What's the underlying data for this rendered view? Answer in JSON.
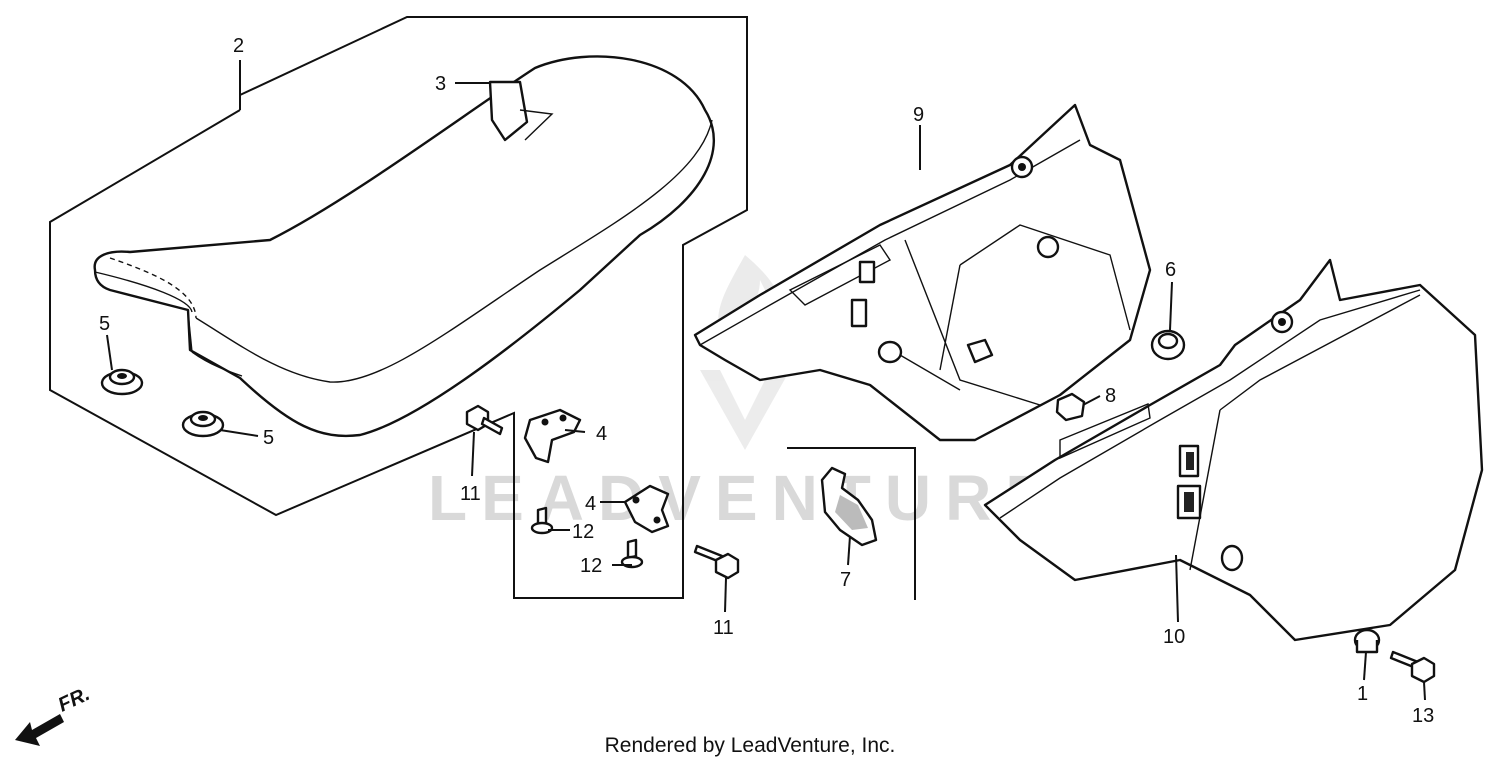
{
  "watermark": "LEADVENTURE",
  "footer": "Rendered by LeadVenture, Inc.",
  "direction_label": "FR.",
  "callouts": {
    "c1": "1",
    "c2": "2",
    "c3": "3",
    "c4a": "4",
    "c4b": "4",
    "c5a": "5",
    "c5b": "5",
    "c6": "6",
    "c7": "7",
    "c8": "8",
    "c9": "9",
    "c10": "10",
    "c11a": "11",
    "c11b": "11",
    "c12a": "12",
    "c12b": "12",
    "c13": "13"
  }
}
